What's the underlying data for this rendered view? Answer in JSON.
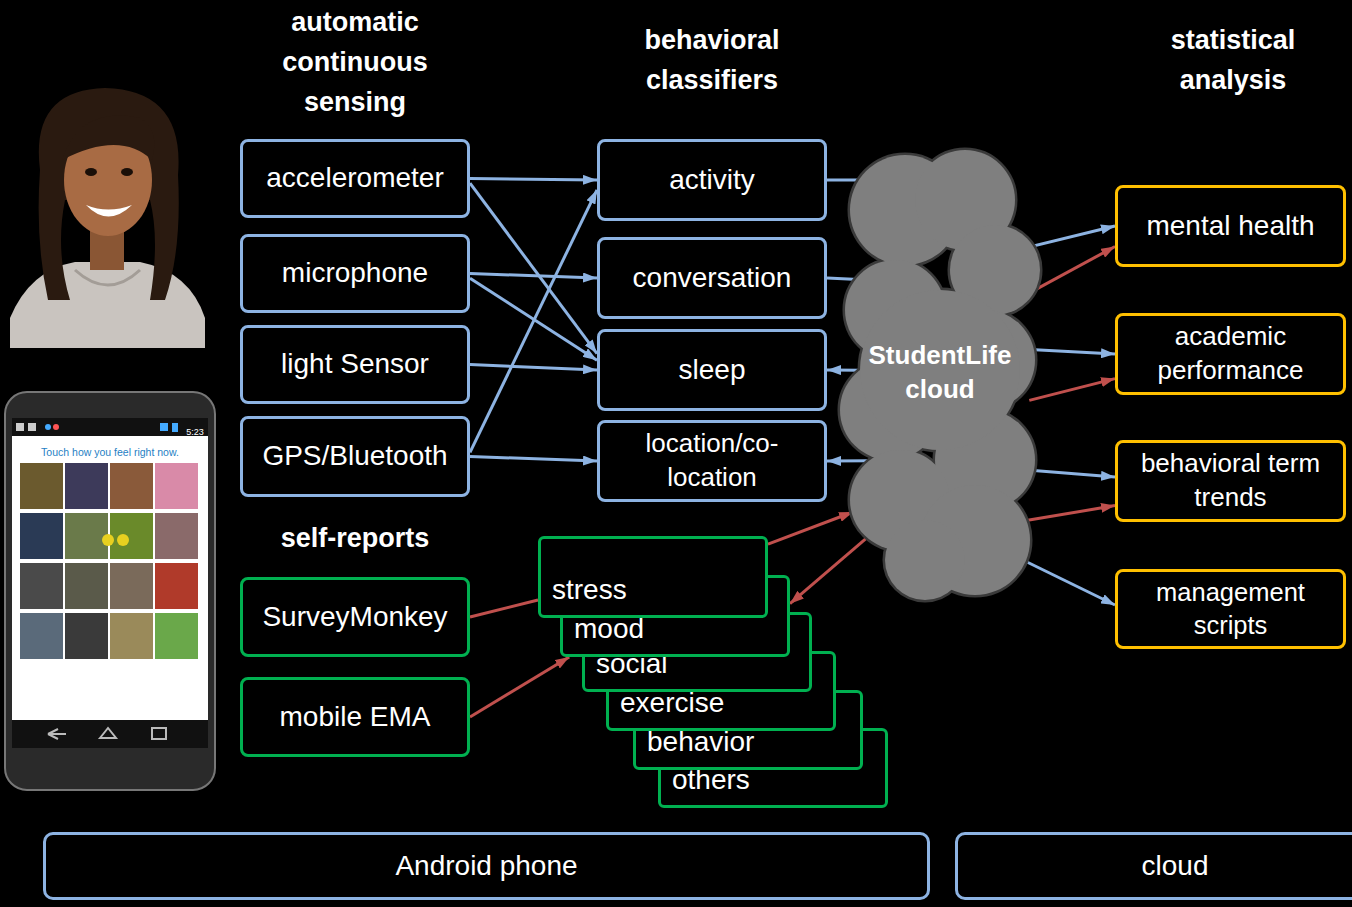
{
  "diagram": {
    "nodes": [
      {
        "text": [
          "accelerometer"
        ]
      },
      {
        "text": [
          "microphone"
        ]
      },
      {
        "text": [
          "light Sensor"
        ]
      },
      {
        "text": [
          "GPS/Bluetooth"
        ]
      },
      {
        "text": [
          "SurveyMonkey"
        ]
      },
      {
        "text": [
          "mobile EMA"
        ]
      },
      {
        "text": [
          "activity"
        ]
      },
      {
        "text": [
          "conversation"
        ]
      },
      {
        "text": [
          "sleep"
        ]
      },
      {
        "text": [
          "location/co- location"
        ]
      },
      {
        "text": [
          "stress"
        ]
      },
      {
        "text": [
          "mood"
        ]
      },
      {
        "text": [
          "social"
        ]
      },
      {
        "text": [
          "exercise"
        ]
      },
      {
        "text": [
          "behavior"
        ]
      },
      {
        "text": [
          "others"
        ]
      },
      {
        "text": [
          "StudentLife cloud"
        ]
      },
      {
        "text": [
          "mental health"
        ]
      },
      {
        "text": [
          "academic performance"
        ]
      },
      {
        "text": [
          "behavioral term trends"
        ]
      },
      {
        "text": [
          "management scripts"
        ]
      },
      {
        "text": [
          "Android phone"
        ]
      },
      {
        "text": [
          "cloud"
        ]
      }
    ],
    "edges": [
      {
        "from": 0,
        "to": 6,
        "arrow": "to"
      },
      {
        "from": 0,
        "to": 8,
        "arrow": "to"
      },
      {
        "from": 1,
        "to": 7,
        "arrow": "to"
      },
      {
        "from": 1,
        "to": 8,
        "arrow": "to"
      },
      {
        "from": 2,
        "to": 8,
        "arrow": "to"
      },
      {
        "from": 3,
        "to": 6,
        "arrow": "to"
      },
      {
        "from": 3,
        "to": 9,
        "arrow": "to"
      },
      {
        "from": 6,
        "to": 16,
        "arrow": "none"
      },
      {
        "from": 7,
        "to": 16,
        "arrow": "none"
      },
      {
        "from": 16,
        "to": 8,
        "arrow": "to"
      },
      {
        "from": 16,
        "to": 9,
        "arrow": "to"
      },
      {
        "from": 16,
        "to": 17,
        "arrow": "to"
      },
      {
        "from": 16,
        "to": 18,
        "arrow": "to"
      },
      {
        "from": 16,
        "to": 19,
        "arrow": "to"
      },
      {
        "from": 16,
        "to": 20,
        "arrow": "to"
      },
      {
        "from": 4,
        "to": 10,
        "arrow": "none"
      },
      {
        "from": 5,
        "to": 11,
        "arrow": "to"
      },
      {
        "from": 10,
        "to": 16,
        "arrow": "to"
      },
      {
        "from": 16,
        "to": 11,
        "arrow": "to"
      },
      {
        "from": 16,
        "to": 17,
        "arrow": "to"
      },
      {
        "from": 16,
        "to": 18,
        "arrow": "to"
      },
      {
        "from": 16,
        "to": 19,
        "arrow": "to"
      }
    ],
    "labels": [
      "automatic continuous sensing",
      "behavioral classifiers",
      "statistical analysis",
      "self-reports",
      "5:23",
      "Touch how you feel right now."
    ]
  }
}
